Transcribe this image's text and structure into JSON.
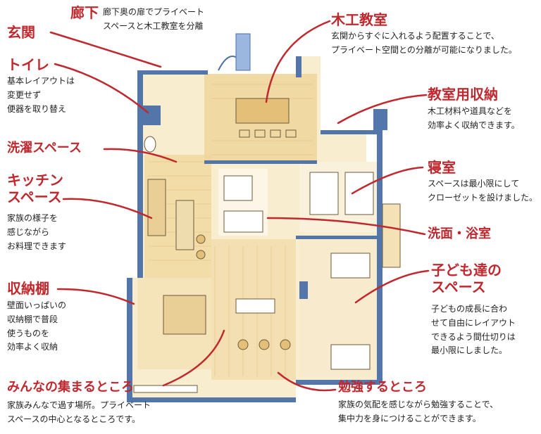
{
  "labels": {
    "roka": {
      "title": "廊下",
      "desc": "廊下奥の扉でプライベート\nスペースと木工教室を分離"
    },
    "genkan": {
      "title": "玄関"
    },
    "toilet": {
      "title": "トイレ",
      "desc": "基本レイアウトは\n変更せず\n便器を取り替え"
    },
    "sentaku": {
      "title": "洗濯スペース"
    },
    "kitchen": {
      "title": "キッチン\nスペース",
      "desc": "家族の様子を\n感じながら\nお料理できます"
    },
    "shunou": {
      "title": "収納棚",
      "desc": "壁面いっぱいの\n収納棚で普段\n使うものを\n効率よく収納"
    },
    "minna": {
      "title": "みんなの集まるところ",
      "desc": "家族みんなで過す場所。プライベート\nスペースの中心となるところです。"
    },
    "mokko": {
      "title": "木工教室",
      "desc": "玄関からすぐに入れるよう配置することで、\nプライベート空間との分離が可能になりました。"
    },
    "kyoshitsu": {
      "title": "教室用収納",
      "desc": "木工材料や道具などを\n効率よく収納できます。"
    },
    "shinshitsu": {
      "title": "寝室",
      "desc": "スペースは最小限にして\nクローゼットを設けました。"
    },
    "senmen": {
      "title": "洗面・浴室"
    },
    "kodomo": {
      "title": "子ども達の\nスペース",
      "desc": "子どもの成長に合わ\nせて自由にレイアウト\nできるよう間仕切りは\n最小限にしました。"
    },
    "benkyo": {
      "title": "勉強するところ",
      "desc": "家族の気配を感じながら勉強することで、\n集中力を身につけることができます。"
    }
  },
  "colors": {
    "accent": "#c0282e",
    "wall": "#4a6fa8",
    "floor_wood": "#f1d9a3",
    "floor_light": "#f9edd0",
    "text": "#222222"
  }
}
